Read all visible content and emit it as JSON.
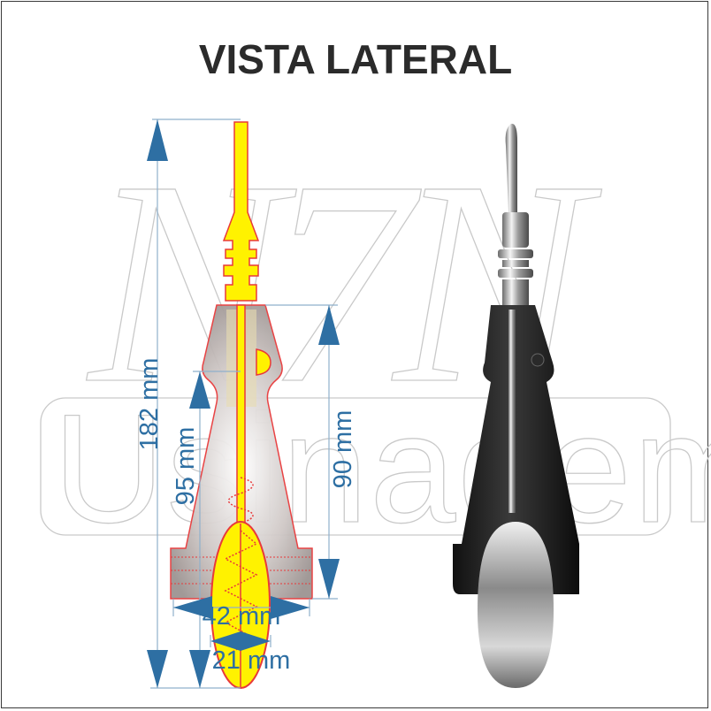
{
  "title": "VISTA LATERAL",
  "watermark": {
    "logo": "N7N",
    "text": "Usinagem"
  },
  "dimensions": {
    "total_height": "182 mm",
    "lure_length": "95 mm",
    "body_height": "90 mm",
    "base_width": "42 mm",
    "spoon_width": "21 mm"
  },
  "colors": {
    "dimension": "#2e6fa3",
    "outline": "#e8393a",
    "highlight": "#fff200",
    "body": "#a9a2a0"
  }
}
